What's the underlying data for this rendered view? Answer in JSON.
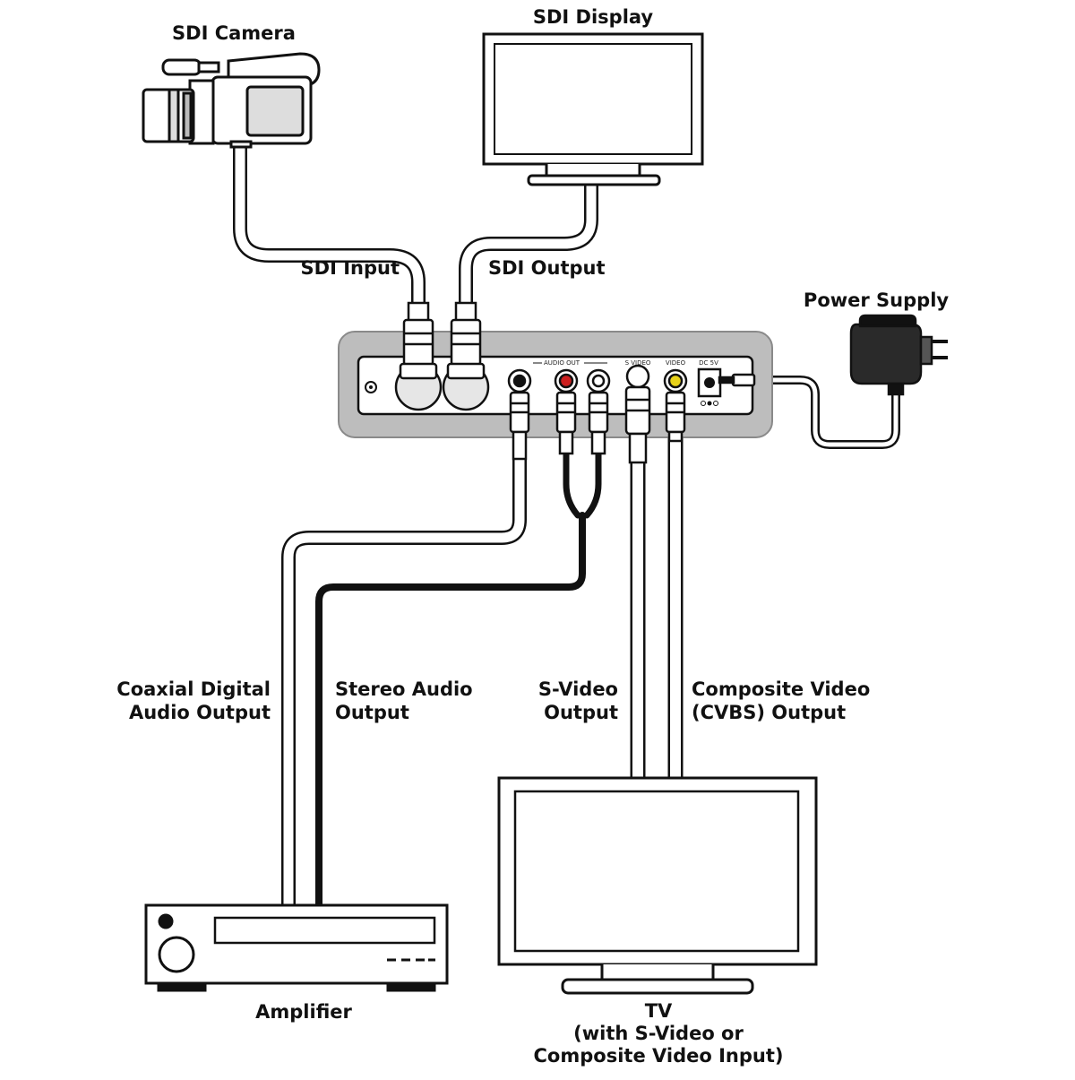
{
  "labels": {
    "sdi_camera": "SDI Camera",
    "sdi_display": "SDI Display",
    "sdi_input": "SDI Input",
    "sdi_output": "SDI Output",
    "power_supply": "Power Supply",
    "coaxial_line1": "Coaxial Digital",
    "coaxial_line2": "Audio Output",
    "stereo_line1": "Stereo Audio",
    "stereo_line2": "Output",
    "svideo_line1": "S-Video",
    "svideo_line2": "Output",
    "composite_line1": "Composite Video",
    "composite_line2": "(CVBS) Output",
    "amplifier": "Amplifier",
    "tv_line1": "TV",
    "tv_line2": "(with S-Video or",
    "tv_line3": "Composite Video Input)"
  },
  "panel": {
    "audio_out": "AUDIO OUT",
    "s_video": "S VIDEO",
    "video": "VIDEO",
    "dc": "DC 5V"
  },
  "colors": {
    "line": "#111111",
    "device_body": "#bdbdbd",
    "panel_face": "#ffffff",
    "rca_red": "#cc1f1f",
    "rca_yellow": "#e8d21a"
  }
}
